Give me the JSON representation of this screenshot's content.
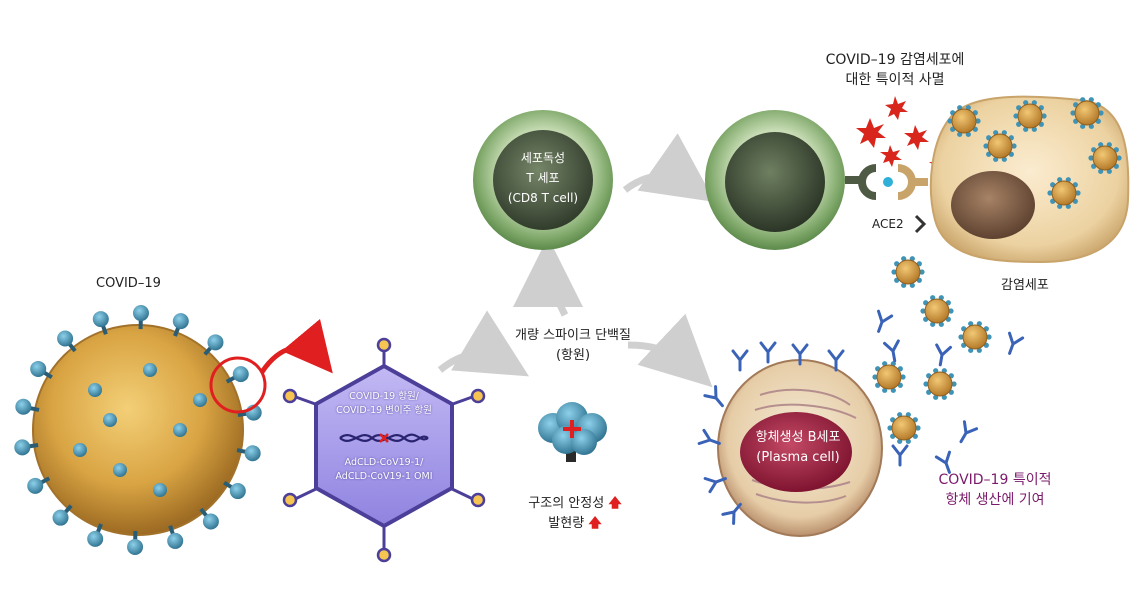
{
  "virus": {
    "label": "COVID–19"
  },
  "vaccine": {
    "line1": "COVID-19 항원/",
    "line2": "COVID-19 변이주 항원",
    "line3": "AdCLD-CoV19-1/",
    "line4": "AdCLD-CoV19-1 OMI"
  },
  "antigen": {
    "line1": "개량 스파이크 단백질",
    "line2": "(항원)",
    "benefit1": "구조의 안정성",
    "benefit2": "발현량"
  },
  "tcell": {
    "line1": "세포독성",
    "line2": "T 세포",
    "line3": "(CD8 T cell)"
  },
  "killing": {
    "line1": "COVID–19 감염세포에",
    "line2": "대한 특이적 사멸"
  },
  "receptor": {
    "label": "ACE2"
  },
  "infected": {
    "label": "감염세포"
  },
  "bcell": {
    "line1": "항체생성 B세포",
    "line2": "(Plasma cell)"
  },
  "antibody": {
    "line1": "COVID–19 특이적",
    "line2": "항체 생산에 기여"
  },
  "colors": {
    "virus_body": "#d9a443",
    "spike": "#3e93b6",
    "highlight_circle": "#e02020",
    "hexagon": "#9b8fe6",
    "tcell": "#7fa86a",
    "plasma": "#9a1d3a",
    "infected_cell": "#e9c98f",
    "antibody": "#3a63b8",
    "accent_purple": "#7b1a6b"
  }
}
